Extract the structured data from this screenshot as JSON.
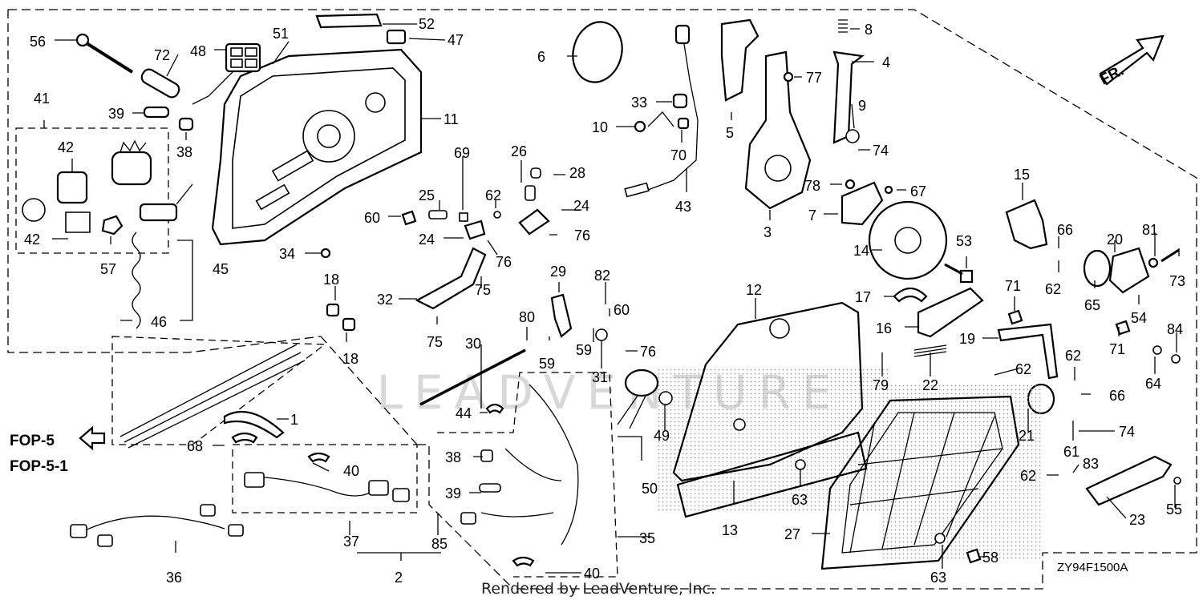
{
  "diagram": {
    "drawing_code": "ZY94F1500A",
    "credit": "Rendered by LeadVenture, Inc.",
    "watermark": "LEADVENTURE",
    "front_marker": "FR.",
    "refs": [
      "FOP-5",
      "FOP-5-1"
    ],
    "callouts": {
      "c56": "56",
      "c72": "72",
      "c48": "48",
      "c51": "51",
      "c52": "52",
      "c47": "47",
      "c6": "6",
      "c8": "8",
      "c4": "4",
      "c77": "77",
      "c9": "9",
      "c74a": "74",
      "c41": "41",
      "c39a": "39",
      "c38a": "38",
      "c11": "11",
      "c42a": "42",
      "c42b": "42",
      "c57": "57",
      "c45": "45",
      "c46": "46",
      "c34": "34",
      "c33": "33",
      "c10": "10",
      "c70": "70",
      "c5": "5",
      "c43": "43",
      "c3": "3",
      "c69": "69",
      "c26": "26",
      "c28": "28",
      "c25": "25",
      "c60a": "60",
      "c62a": "62",
      "c24a": "24",
      "c24b": "24",
      "c76a": "76",
      "c76b": "76",
      "c78": "78",
      "c67": "67",
      "c7": "7",
      "c14": "14",
      "c15": "15",
      "c53": "53",
      "c66a": "66",
      "c20": "20",
      "c81": "81",
      "c73": "73",
      "c62b": "62",
      "c65": "65",
      "c54": "54",
      "c18a": "18",
      "c18b": "18",
      "c32": "32",
      "c75a": "75",
      "c75b": "75",
      "c29": "29",
      "c82": "82",
      "c60b": "60",
      "c12": "12",
      "c17": "17",
      "c71a": "71",
      "c16": "16",
      "c19": "19",
      "c71b": "71",
      "c84": "84",
      "c62c": "62",
      "c64": "64",
      "c30": "30",
      "c80": "80",
      "c59a": "59",
      "c59b": "59",
      "c76c": "76",
      "c31": "31",
      "c79": "79",
      "c22": "22",
      "c62d": "62",
      "c66b": "66",
      "c1": "1",
      "c44": "44",
      "c49": "49",
      "c21": "21",
      "c74b": "74",
      "c61": "61",
      "c68": "68",
      "c38b": "38",
      "c40a": "40",
      "c50": "50",
      "c63a": "63",
      "c62e": "62",
      "c83": "83",
      "c39b": "39",
      "c55": "55",
      "c13": "13",
      "c23": "23",
      "c27": "27",
      "c37": "37",
      "c85": "85",
      "c35": "35",
      "c36": "36",
      "c2": "2",
      "c40b": "40",
      "c58": "58",
      "c63b": "63"
    }
  }
}
